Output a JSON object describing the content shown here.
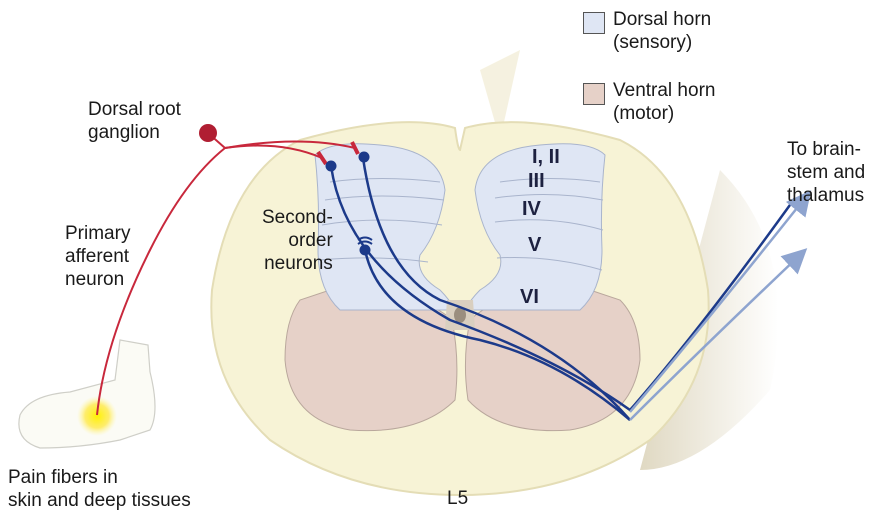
{
  "legend": {
    "dorsal_horn": "Dorsal horn\n(sensory)",
    "ventral_horn": "Ventral horn\n(motor)",
    "dorsal_color": "#dfe6f4",
    "ventral_color": "#e6d1c8"
  },
  "labels": {
    "dorsal_root_ganglion": "Dorsal root\nganglion",
    "primary_afferent": "Primary\nafferent\nneuron",
    "second_order": "Second-\norder\nneurons",
    "to_brainstem": "To brain-\nstem and\nthalamus",
    "pain_fibers": "Pain fibers in\nskin and deep tissues",
    "level": "L5"
  },
  "laminae": [
    "I, II",
    "III",
    "IV",
    "V",
    "VI"
  ],
  "colors": {
    "cord": "#f7f3d6",
    "dorsal_horn": "#dfe6f4",
    "ventral_horn": "#e6d1c8",
    "afferent": "#c8283c",
    "second_order": "#1c3a8a",
    "tract_arrow": "#8ea4cf"
  }
}
